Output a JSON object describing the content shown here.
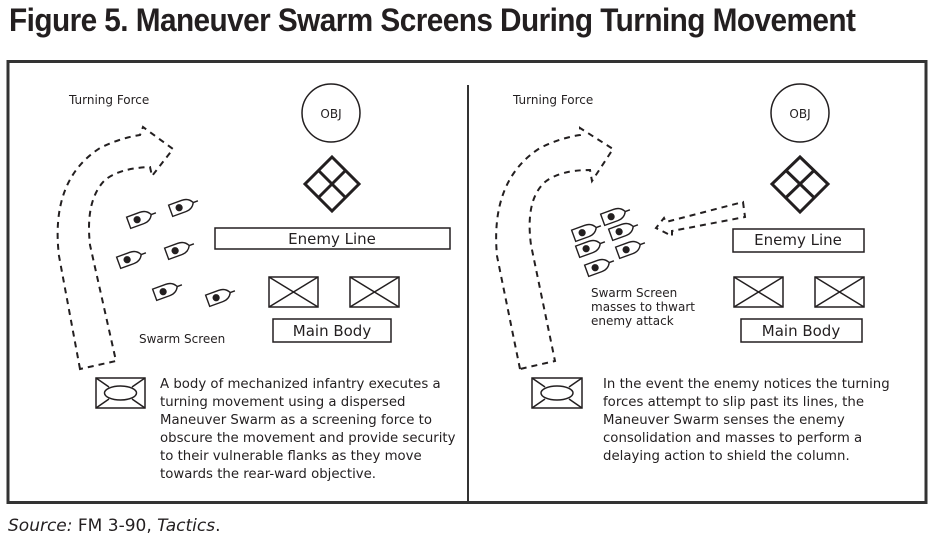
{
  "figure": {
    "title": "Figure 5. Maneuver Swarm Screens During Turning Movement",
    "source_label": "Source:",
    "source_text": " FM 3-90, ",
    "source_work": "Tactics",
    "source_end": "."
  },
  "colors": {
    "ink": "#231f20",
    "frame": "#333333",
    "background": "#ffffff"
  },
  "panels": [
    {
      "turning_force_label": "Turning Force",
      "objective_label": "OBJ",
      "enemy_line_label": "Enemy Line",
      "main_body_label": "Main Body",
      "swarm_label_lines": [
        "Swarm Screen"
      ],
      "swarm_count": 6,
      "swarm_formation": "dispersed",
      "description_lines": [
        "A body of mechanized infantry executes a",
        "turning movement using a dispersed",
        "Maneuver Swarm as a screening force to",
        "obscure the movement and provide security",
        "to their vulnerable flanks as they move",
        "towards the rear-ward objective."
      ],
      "icons": [
        "turning-force-arrow",
        "objective-circle",
        "enemy-diamond",
        "enemy-line-box",
        "infantry-unit-symbol",
        "infantry-unit-symbol",
        "main-body-box",
        "mechanized-infantry-symbol",
        "swarm-drone"
      ]
    },
    {
      "turning_force_label": "Turning Force",
      "objective_label": "OBJ",
      "enemy_line_label": "Enemy Line",
      "main_body_label": "Main Body",
      "swarm_label_lines": [
        "Swarm Screen",
        "masses to  thwart",
        "enemy attack"
      ],
      "swarm_count": 6,
      "swarm_formation": "massed",
      "description_lines": [
        "In the event the enemy notices the turning",
        "forces attempt to slip past its lines, the",
        "Maneuver Swarm senses the enemy",
        "consolidation and masses to perform a",
        "delaying action to shield the column."
      ],
      "icons": [
        "turning-force-arrow",
        "enemy-attack-arrow",
        "objective-circle",
        "enemy-diamond",
        "enemy-line-box",
        "infantry-unit-symbol",
        "infantry-unit-symbol",
        "main-body-box",
        "mechanized-infantry-symbol",
        "swarm-drone"
      ]
    }
  ]
}
